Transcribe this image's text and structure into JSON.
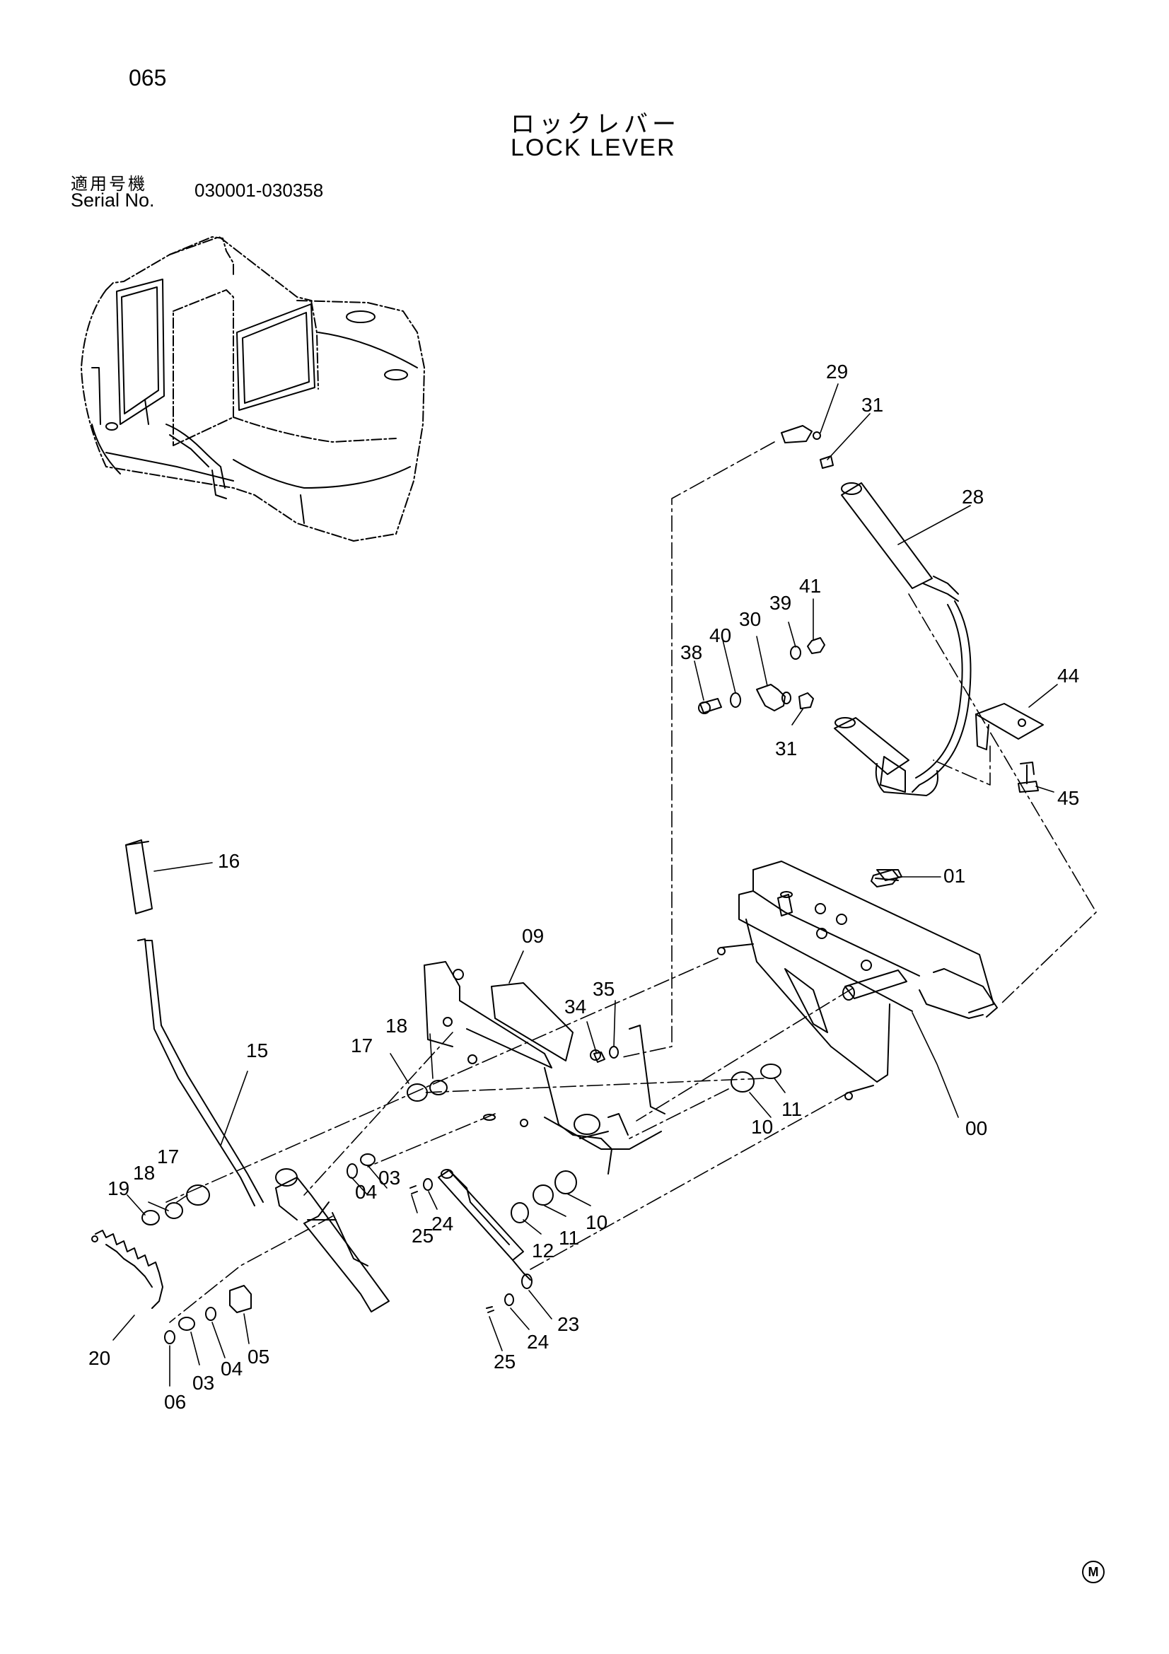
{
  "page_number": "065",
  "title_jp": "ロックレバー",
  "title_en": "LOCK LEVER",
  "serial": {
    "label_jp": "適用号機",
    "label_en": "Serial No.",
    "value": "030001-030358"
  },
  "corner_mark": "M",
  "part_labels": [
    "29",
    "31",
    "28",
    "41",
    "39",
    "30",
    "40",
    "38",
    "44",
    "31",
    "45",
    "16",
    "01",
    "09",
    "35",
    "34",
    "18",
    "17",
    "15",
    "00",
    "10",
    "11",
    "17",
    "18",
    "19",
    "04",
    "03",
    "25",
    "24",
    "12",
    "11",
    "10",
    "20",
    "03",
    "04",
    "05",
    "06",
    "23",
    "24",
    "25"
  ]
}
